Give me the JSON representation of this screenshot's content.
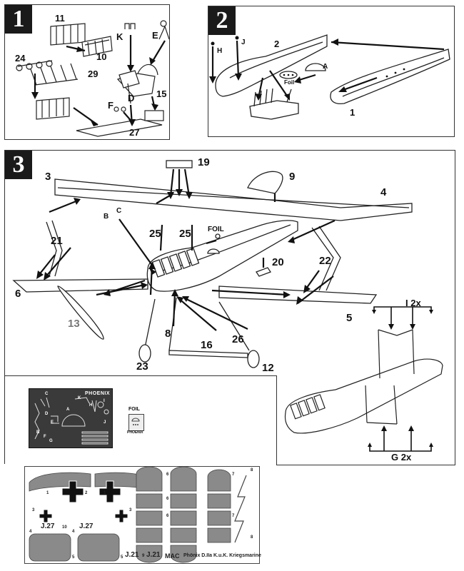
{
  "steps": {
    "s1": {
      "num": "1",
      "labels": {
        "p11": "11",
        "p10": "10",
        "p24": "24",
        "p29": "29",
        "p27": "27",
        "k": "K",
        "e": "E",
        "p15": "15",
        "d": "D",
        "f": "F"
      }
    },
    "s2": {
      "num": "2",
      "labels": {
        "h": "H",
        "j": "J",
        "p2": "2",
        "a": "A",
        "foil": "Foil",
        "p1": "1"
      }
    },
    "s3": {
      "num": "3",
      "labels": {
        "p19": "19",
        "p3": "3",
        "p9": "9",
        "p4": "4",
        "b": "B",
        "c": "C",
        "p25a": "25",
        "p25b": "25",
        "foil": "FOIL",
        "p21": "21",
        "p20": "20",
        "p22": "22",
        "p6": "6",
        "p13": "13",
        "p5": "5",
        "p8": "8",
        "p16": "16",
        "p26": "26",
        "p23": "23",
        "p12": "12"
      }
    }
  },
  "detail": {
    "i2x": "I 2x",
    "g2x": "G 2x"
  },
  "fret": {
    "title": "PHOENIX",
    "labels": {
      "c": "C",
      "k": "K",
      "d": "D",
      "e": "E",
      "a": "A",
      "h": "H",
      "i": "I",
      "b": "B",
      "f": "F",
      "g": "G",
      "j": "J"
    }
  },
  "foil_box": {
    "title": "FOIL",
    "bottom": "PHOENIX"
  },
  "decal": {
    "nums": {
      "n1a": "1",
      "n1b": "1",
      "n2": "2",
      "n3a": "3",
      "n3b": "3",
      "n4a": "4",
      "n4b": "4",
      "n5a": "5",
      "n5b": "5",
      "n6a": "6",
      "n6b": "6",
      "n6c": "6",
      "n7a": "7",
      "n7b": "7",
      "n8a": "8",
      "n8b": "8",
      "n9": "9",
      "n10": "10"
    },
    "reg1": "J.27",
    "reg2": "J.27",
    "reg3": "J.21",
    "reg4": "J.21",
    "maker": "MAC",
    "caption": "Phönix D.IIa K.u.K. Kriegsmarine"
  }
}
